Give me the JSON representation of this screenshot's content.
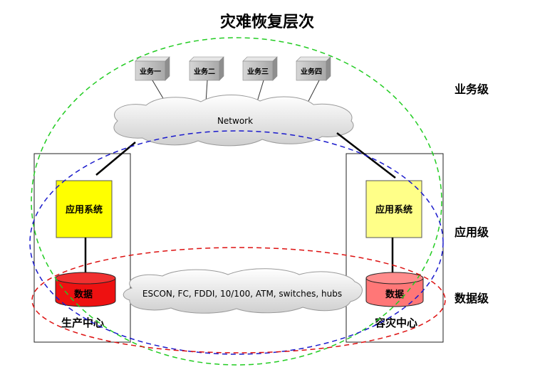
{
  "title": "灾难恢复层次",
  "levels": {
    "business": "业务级",
    "application": "应用级",
    "data": "数据级"
  },
  "services": [
    "业务一",
    "业务二",
    "业务三",
    "业务四"
  ],
  "network_label": "Network",
  "storage_network_label": "ESCON, FC, FDDI, 10/100, ATM, switches, hubs",
  "production_center": {
    "name": "生产中心",
    "app_system": "应用系统",
    "data": "数据"
  },
  "dr_center": {
    "name": "容灾中心",
    "app_system": "应用系统",
    "data": "数据"
  },
  "colors": {
    "business_ring": "#22cc22",
    "application_ring": "#1a1acc",
    "data_ring": "#dd1111",
    "app_box_production": "#ffff00",
    "app_box_dr": "#ffff88",
    "disk_production": "#ee1111",
    "disk_dr": "#ff7777"
  }
}
